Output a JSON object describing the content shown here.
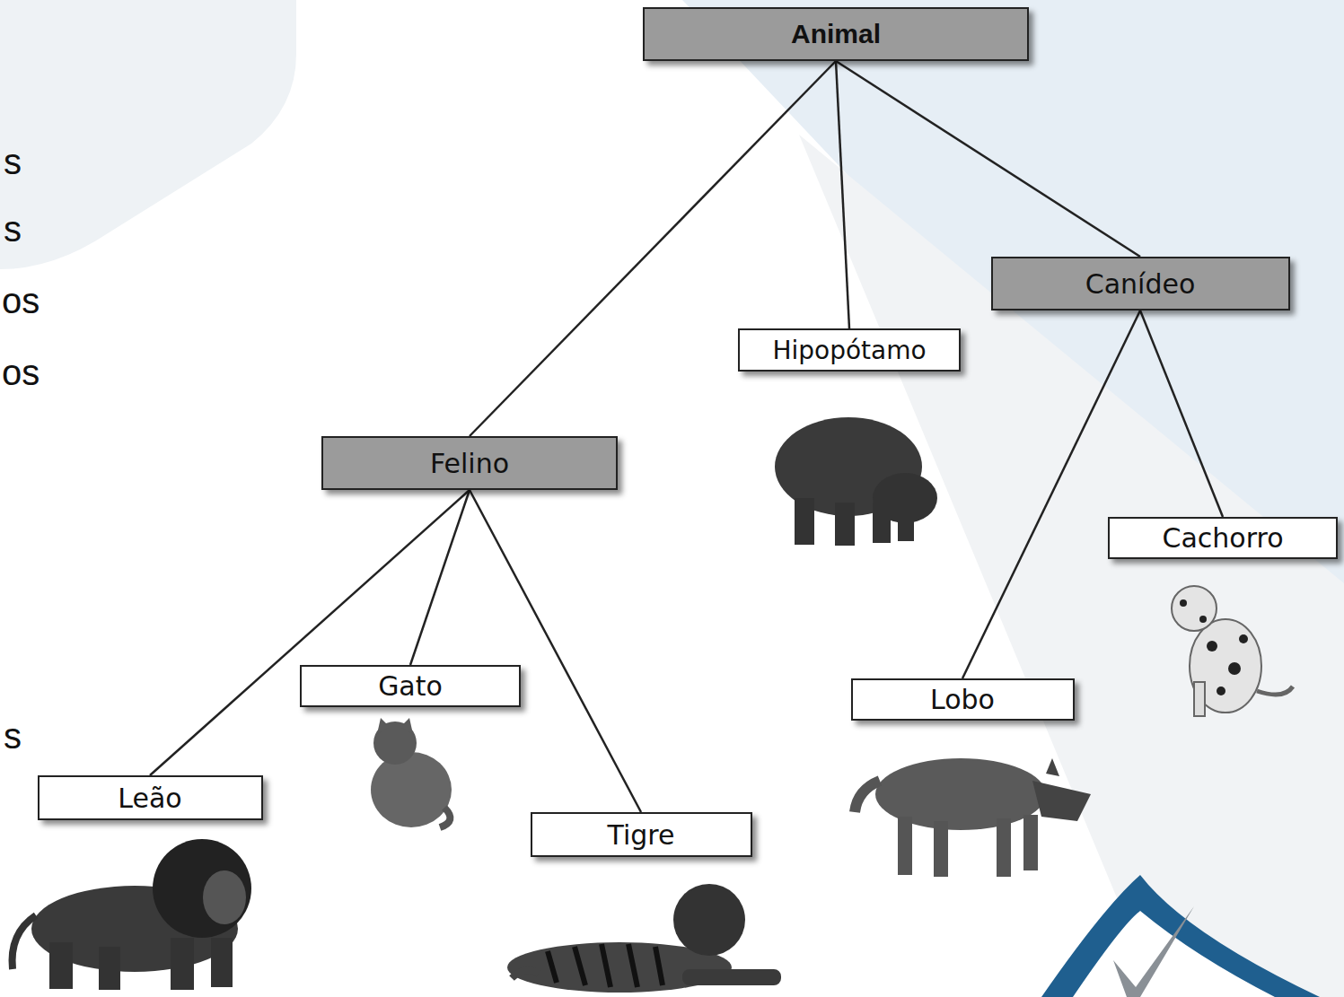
{
  "diagram": {
    "nodes": [
      {
        "text": [
          "Animal"
        ]
      },
      {
        "text": [
          "Felino"
        ]
      },
      {
        "text": [
          "Hipopótamo"
        ]
      },
      {
        "text": [
          "Canídeo"
        ]
      },
      {
        "text": [
          "Leão"
        ]
      },
      {
        "text": [
          "Gato"
        ]
      },
      {
        "text": [
          "Tigre"
        ]
      },
      {
        "text": [
          "Lobo"
        ]
      },
      {
        "text": [
          "Cachorro"
        ]
      }
    ],
    "edges": [
      {
        "from": 0,
        "to": 1,
        "arrow": "none"
      },
      {
        "from": 0,
        "to": 2,
        "arrow": "none"
      },
      {
        "from": 0,
        "to": 3,
        "arrow": "none"
      },
      {
        "from": 1,
        "to": 4,
        "arrow": "none"
      },
      {
        "from": 1,
        "to": 5,
        "arrow": "none"
      },
      {
        "from": 1,
        "to": 6,
        "arrow": "none"
      },
      {
        "from": 3,
        "to": 7,
        "arrow": "none"
      },
      {
        "from": 3,
        "to": 8,
        "arrow": "none"
      }
    ],
    "labels": [
      "s",
      "s",
      "os",
      "os",
      "s"
    ]
  }
}
